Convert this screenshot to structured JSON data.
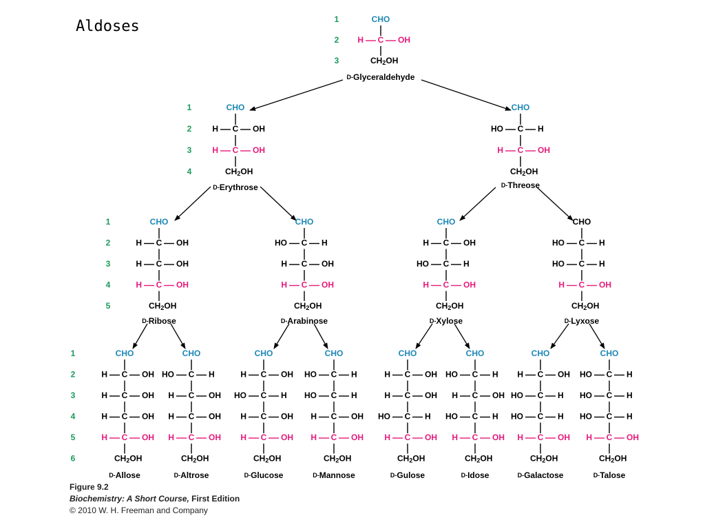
{
  "title": "Aldoses",
  "colors": {
    "highlight": "#e6197b",
    "aldehyde": "#1d87b5",
    "position_numbers": "#1a9a5a",
    "bonds": "#000000"
  },
  "labels": {
    "cho": "CHO",
    "h": "H",
    "c": "C",
    "oh": "OH",
    "ho": "HO",
    "ch2": "CH",
    "sub2": "2",
    "ohTail": "OH",
    "d_prefix": "D-"
  },
  "molecules": [
    {
      "id": "glyceraldehyde",
      "name": "Glyceraldehyde",
      "configs": [
        "R"
      ],
      "cho_highlight": true,
      "numbers": [
        "1",
        "2",
        "3"
      ]
    },
    {
      "id": "erythrose",
      "name": "Erythrose",
      "configs": [
        "R",
        "R"
      ],
      "cho_highlight": true,
      "numbers": [
        "1",
        "2",
        "3",
        "4"
      ]
    },
    {
      "id": "threose",
      "name": "Threose",
      "configs": [
        "L",
        "R"
      ],
      "cho_highlight": true,
      "numbers": []
    },
    {
      "id": "ribose",
      "name": "Ribose",
      "configs": [
        "R",
        "R",
        "R"
      ],
      "cho_highlight": true,
      "numbers": [
        "1",
        "2",
        "3",
        "4",
        "5"
      ]
    },
    {
      "id": "arabinose",
      "name": "Arabinose",
      "configs": [
        "L",
        "R",
        "R"
      ],
      "cho_highlight": true,
      "numbers": []
    },
    {
      "id": "xylose",
      "name": "Xylose",
      "configs": [
        "R",
        "L",
        "R"
      ],
      "cho_highlight": true,
      "numbers": []
    },
    {
      "id": "lyxose",
      "name": "Lyxose",
      "configs": [
        "L",
        "L",
        "R"
      ],
      "cho_highlight": false,
      "numbers": []
    },
    {
      "id": "allose",
      "name": "Allose",
      "configs": [
        "R",
        "R",
        "R",
        "R"
      ],
      "cho_highlight": true,
      "numbers": [
        "1",
        "2",
        "3",
        "4",
        "5",
        "6"
      ]
    },
    {
      "id": "altrose",
      "name": "Altrose",
      "configs": [
        "L",
        "R",
        "R",
        "R"
      ],
      "cho_highlight": true,
      "numbers": []
    },
    {
      "id": "glucose",
      "name": "Glucose",
      "configs": [
        "R",
        "L",
        "R",
        "R"
      ],
      "cho_highlight": true,
      "numbers": []
    },
    {
      "id": "mannose",
      "name": "Mannose",
      "configs": [
        "L",
        "L",
        "R",
        "R"
      ],
      "cho_highlight": true,
      "numbers": []
    },
    {
      "id": "gulose",
      "name": "Gulose",
      "configs": [
        "R",
        "R",
        "L",
        "R"
      ],
      "cho_highlight": true,
      "numbers": []
    },
    {
      "id": "idose",
      "name": "Idose",
      "configs": [
        "L",
        "R",
        "L",
        "R"
      ],
      "cho_highlight": true,
      "numbers": []
    },
    {
      "id": "galactose",
      "name": "Galactose",
      "configs": [
        "R",
        "L",
        "L",
        "R"
      ],
      "cho_highlight": true,
      "numbers": []
    },
    {
      "id": "talose",
      "name": "Talose",
      "configs": [
        "L",
        "L",
        "L",
        "R"
      ],
      "cho_highlight": true,
      "numbers": []
    }
  ],
  "caption": {
    "figure": "Figure 9.2",
    "book_title": "Biochemistry: A Short Course,",
    "edition": " First Edition",
    "copyright": "© 2010 W. H. Freeman and Company"
  }
}
